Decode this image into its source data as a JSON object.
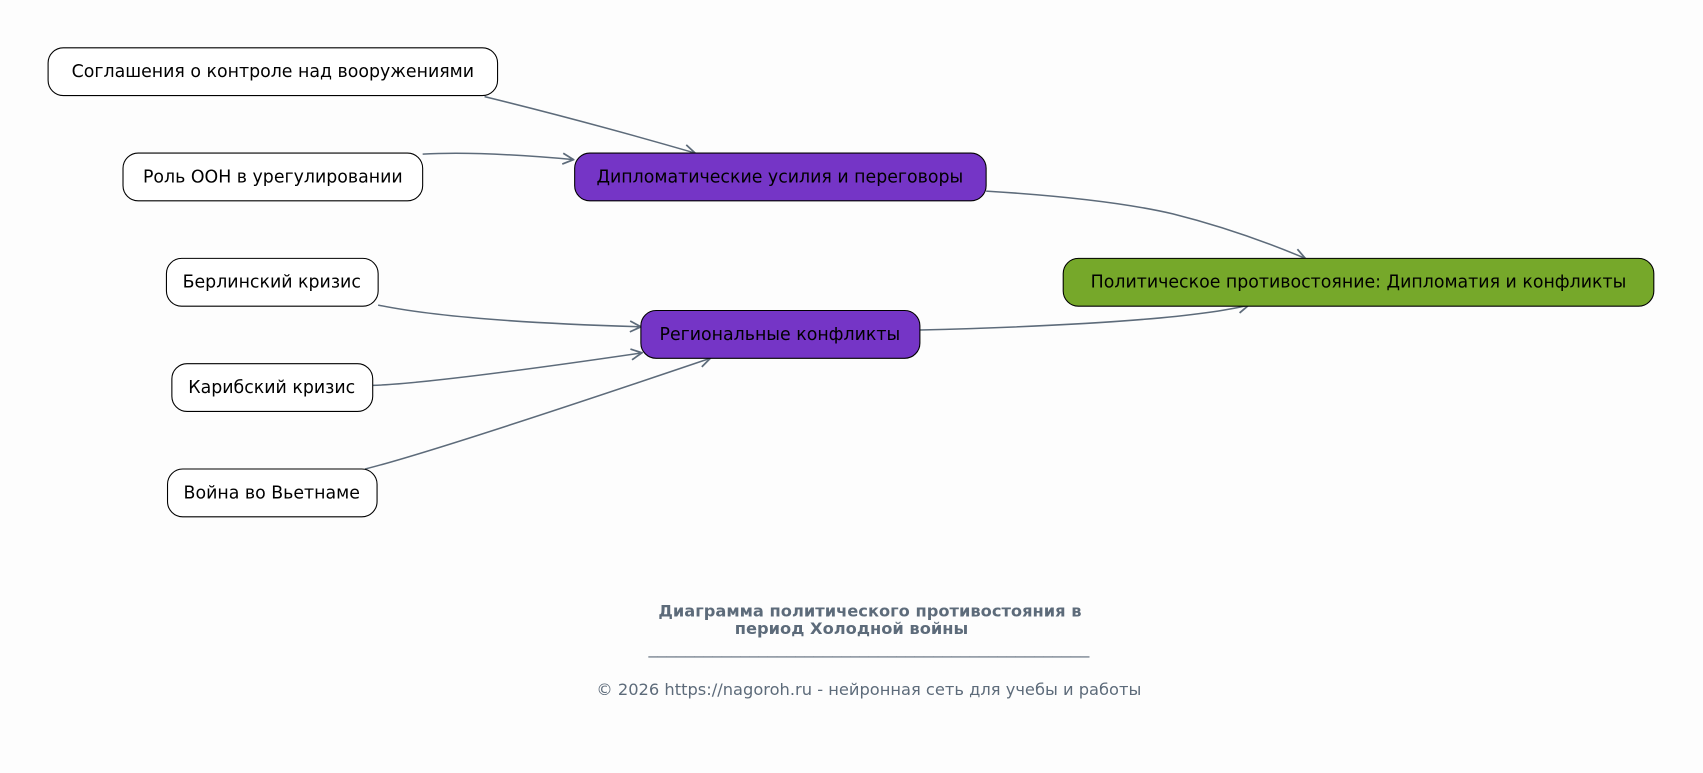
{
  "nodes": {
    "arms": {
      "label": "Соглашения о контроле над вооружениями",
      "color": "#ffffff"
    },
    "un": {
      "label": "Роль ООН в урегулировании",
      "color": "#ffffff"
    },
    "diplomacy": {
      "label": "Дипломатические усилия и переговоры",
      "color": "#7535c6"
    },
    "berlin": {
      "label": "Берлинский кризис",
      "color": "#ffffff"
    },
    "regional": {
      "label": "Региональные конфликты",
      "color": "#7535c6"
    },
    "cuba": {
      "label": "Карибский кризис",
      "color": "#ffffff"
    },
    "vietnam": {
      "label": "Война во Вьетнаме",
      "color": "#ffffff"
    },
    "root": {
      "label": "Политическое противостояние: Дипломатия и конфликты",
      "color": "#76a82a"
    }
  },
  "edges": [
    {
      "from": "arms",
      "to": "diplomacy"
    },
    {
      "from": "un",
      "to": "diplomacy"
    },
    {
      "from": "diplomacy",
      "to": "root"
    },
    {
      "from": "berlin",
      "to": "regional"
    },
    {
      "from": "cuba",
      "to": "regional"
    },
    {
      "from": "vietnam",
      "to": "regional"
    },
    {
      "from": "regional",
      "to": "root"
    }
  ],
  "caption": {
    "title_line1": "Диаграмма политического противостояния в",
    "title_line2": "период Холодной войны",
    "separator": "________________________________________________",
    "footer": "© 2026 https://nagoroh.ru - нейронная сеть для учебы и работы"
  },
  "colors": {
    "edge": "#5d6b7a",
    "background": "#fdfdfd"
  }
}
